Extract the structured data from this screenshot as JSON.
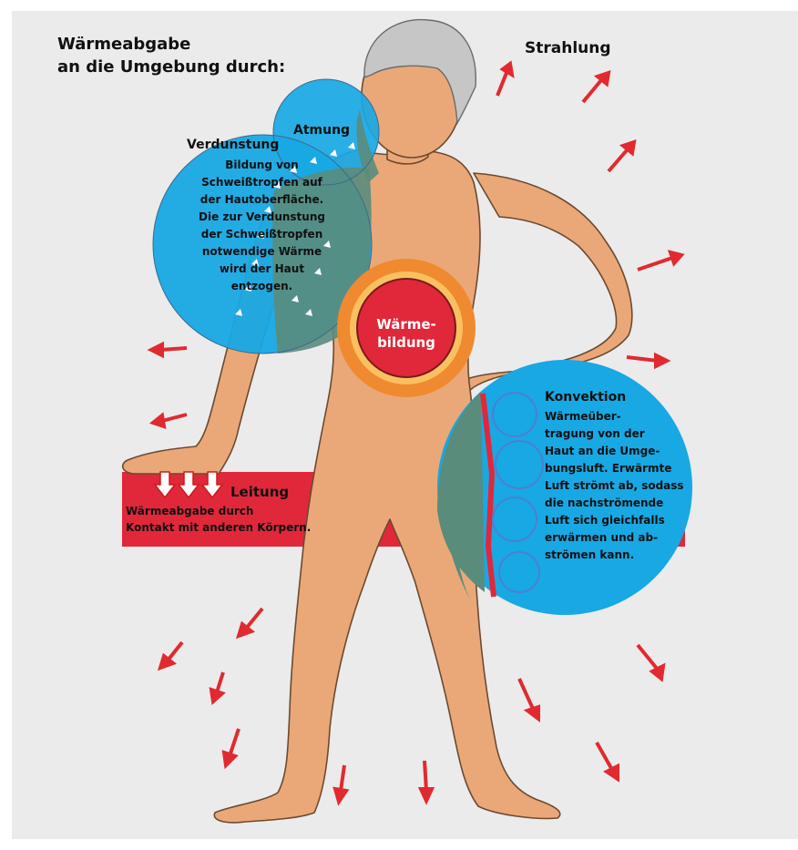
{
  "title_line1": "Wärmeabgabe",
  "title_line2": "an die Umgebung durch:",
  "strahlung": "Strahlung",
  "atmung": "Atmung",
  "verdunstung": {
    "heading": "Verdunstung",
    "lines": [
      "Bildung von",
      "Schweißtropfen auf",
      "der Hautoberfläche.",
      "Die zur Verdunstung",
      "der Schweißtropfen",
      "notwendige Wärme",
      "wird der Haut",
      "entzogen."
    ]
  },
  "waermebildung": [
    "Wärme-",
    "bildung"
  ],
  "leitung": {
    "heading": "Leitung",
    "lines": [
      "Wärmeabgabe durch",
      "Kontakt mit anderen Körpern."
    ]
  },
  "konvektion": {
    "heading": "Konvektion",
    "lines": [
      "Wärmeüber-",
      "tragung von der",
      "Haut an die Umge-",
      "bungsluft. Erwärmte",
      "Luft strömt ab, sodass",
      "die nachströmende",
      "Luft sich gleichfalls",
      "erwärmen und ab-",
      "strömen kann."
    ]
  },
  "colors": {
    "background": "#ebebeb",
    "skin": "#eaa878",
    "blue": "#18a8e4",
    "red": "#e0283a",
    "overlap": "#5a8c7c",
    "arrow": "#e02a30"
  }
}
